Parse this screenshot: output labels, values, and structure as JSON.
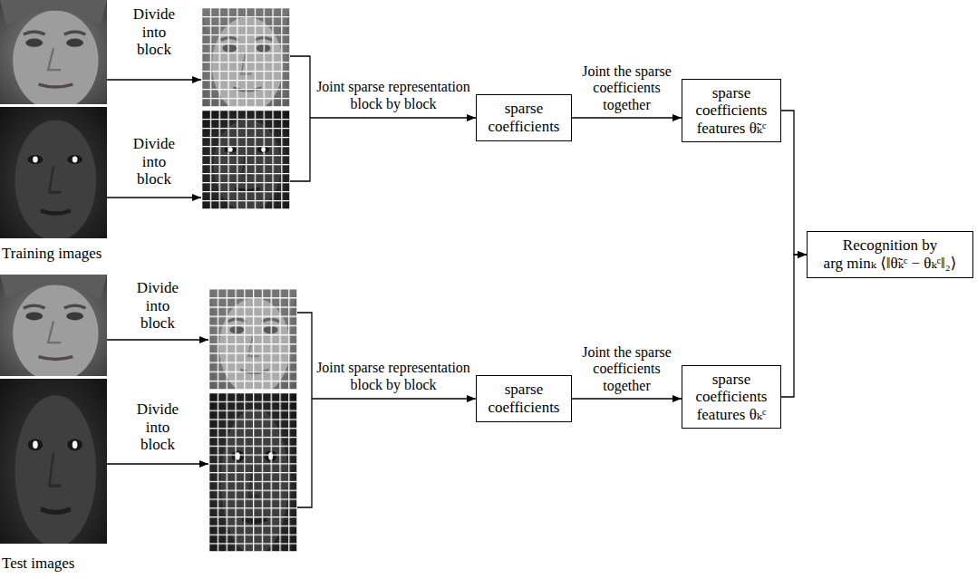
{
  "diagram": {
    "nodes": [
      {
        "text": [
          "sparse coefficients"
        ]
      },
      {
        "text": [
          "sparse coefficients features θ̃ₖᶜ"
        ]
      },
      {
        "text": [
          "sparse coefficients"
        ]
      },
      {
        "text": [
          "sparse coefficients features θₖᶜ"
        ]
      },
      {
        "text": [
          "Recognition by",
          "arg minₖ ⟨‖θ̃ₖᶜ − θₖᶜ‖₂⟩"
        ]
      }
    ],
    "edges": [
      {
        "from": 0,
        "to": 1,
        "arrow": "to",
        "label": "Joint the sparse coefficients together"
      },
      {
        "from": 2,
        "to": 3,
        "arrow": "to",
        "label": "Joint the sparse coefficients together"
      },
      {
        "from": 1,
        "to": 4,
        "arrow": "to"
      },
      {
        "from": 3,
        "to": 4,
        "arrow": "to"
      }
    ],
    "labels": [
      "Divide into block",
      "Divide into block",
      "Joint sparse representation block by block",
      "Training images",
      "Divide into block",
      "Divide into block",
      "Joint sparse representation block by block",
      "Test images"
    ]
  }
}
